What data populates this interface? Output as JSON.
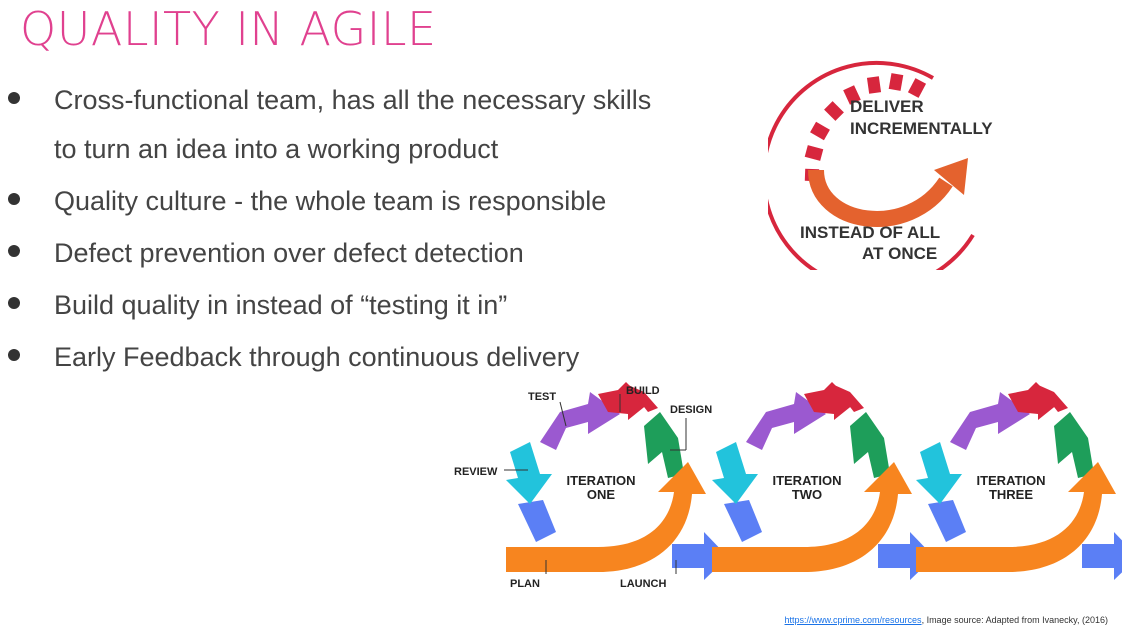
{
  "title": "QUALITY IN AGILE",
  "bullets": [
    "Cross-functional team, has all the necessary skills",
    "to turn an idea into a working product",
    "Quality culture - the whole team is responsible",
    "Defect prevention over defect detection",
    "Build quality in instead of “testing it in”",
    "Early Feedback through continuous delivery"
  ],
  "incremental": {
    "line1": "DELIVER",
    "line2": "INCREMENTALLY",
    "line3": "INSTEAD OF ALL",
    "line4": "AT ONCE"
  },
  "iterations": {
    "labels": {
      "test": "TEST",
      "build": "BUILD",
      "design": "DESIGN",
      "review": "REVIEW",
      "plan": "PLAN",
      "launch": "LAUNCH"
    },
    "one_a": "ITERATION",
    "one_b": "ONE",
    "two_a": "ITERATION",
    "two_b": "TWO",
    "three_a": "ITERATION",
    "three_b": "THREE"
  },
  "source": {
    "link": "https://www.cprime.com/resources",
    "text": ", Image source: Adapted from Ivanecky, (2016)"
  },
  "colors": {
    "title": "#e0418f",
    "red": "#d7263d",
    "orange": "#f7851f",
    "purple": "#9b59d0",
    "green": "#1e9e5a",
    "cyan": "#22c3dc",
    "blue": "#5b7ff5"
  }
}
